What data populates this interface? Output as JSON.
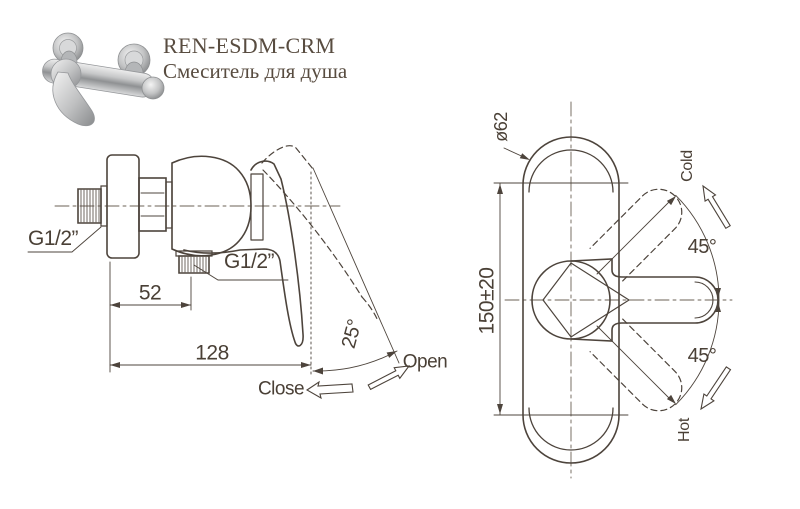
{
  "header": {
    "model": "REN-ESDM-CRM",
    "subtitle": "Смеситель для душа"
  },
  "colors": {
    "line": "#4d443c",
    "text": "#4a4036",
    "background": "#ffffff"
  },
  "side_view": {
    "thread_wall_label": "G1/2”",
    "thread_outlet_label": "G1/2”",
    "dim_wall_to_outlet": "52",
    "dim_total_depth": "128",
    "handle_open_angle": "25°",
    "open_label": "Open",
    "close_label": "Close"
  },
  "front_view": {
    "escutcheon_diameter": "ø62",
    "dim_connection_height": "150±20",
    "cold_label": "Cold",
    "hot_label": "Hot",
    "swing_angle_top": "45°",
    "swing_angle_bottom": "45°"
  }
}
